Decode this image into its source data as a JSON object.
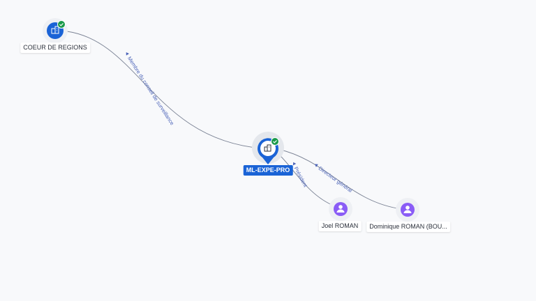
{
  "colors": {
    "background": "#f8f9fb",
    "company_node": "#1a63d6",
    "person_node": "#8a5cf6",
    "verified_badge": "#1a9a4a",
    "edge_line": "#7a8294",
    "edge_label": "#4b63b8"
  },
  "nodes": {
    "coeur": {
      "label": "COEUR DE REGIONS",
      "kind": "company",
      "icon": "building-icon",
      "verified": true
    },
    "mlexpe": {
      "label": "ML-EXPE-PRO",
      "kind": "company-main",
      "icon": "building-icon",
      "verified": true
    },
    "joel": {
      "label": "Joel ROMAN",
      "kind": "person",
      "icon": "person-icon"
    },
    "dominique": {
      "label": "Dominique ROMAN (BOU...",
      "kind": "person",
      "icon": "person-icon"
    }
  },
  "edges": {
    "coeur_to_main": {
      "label": "Membre du conseil de surveillance"
    },
    "joel_to_main": {
      "label": "Président"
    },
    "dominique_to_main": {
      "label": "Directeur général"
    }
  }
}
